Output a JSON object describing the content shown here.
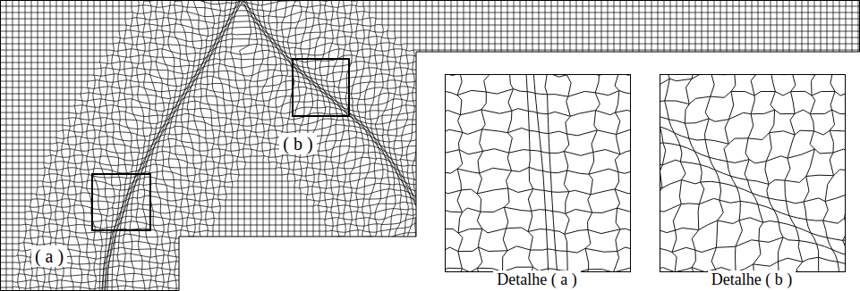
{
  "diagram": {
    "labels": [
      "( a )",
      "( b )",
      "Detalhe ( a )",
      "Detalhe ( b )"
    ]
  }
}
